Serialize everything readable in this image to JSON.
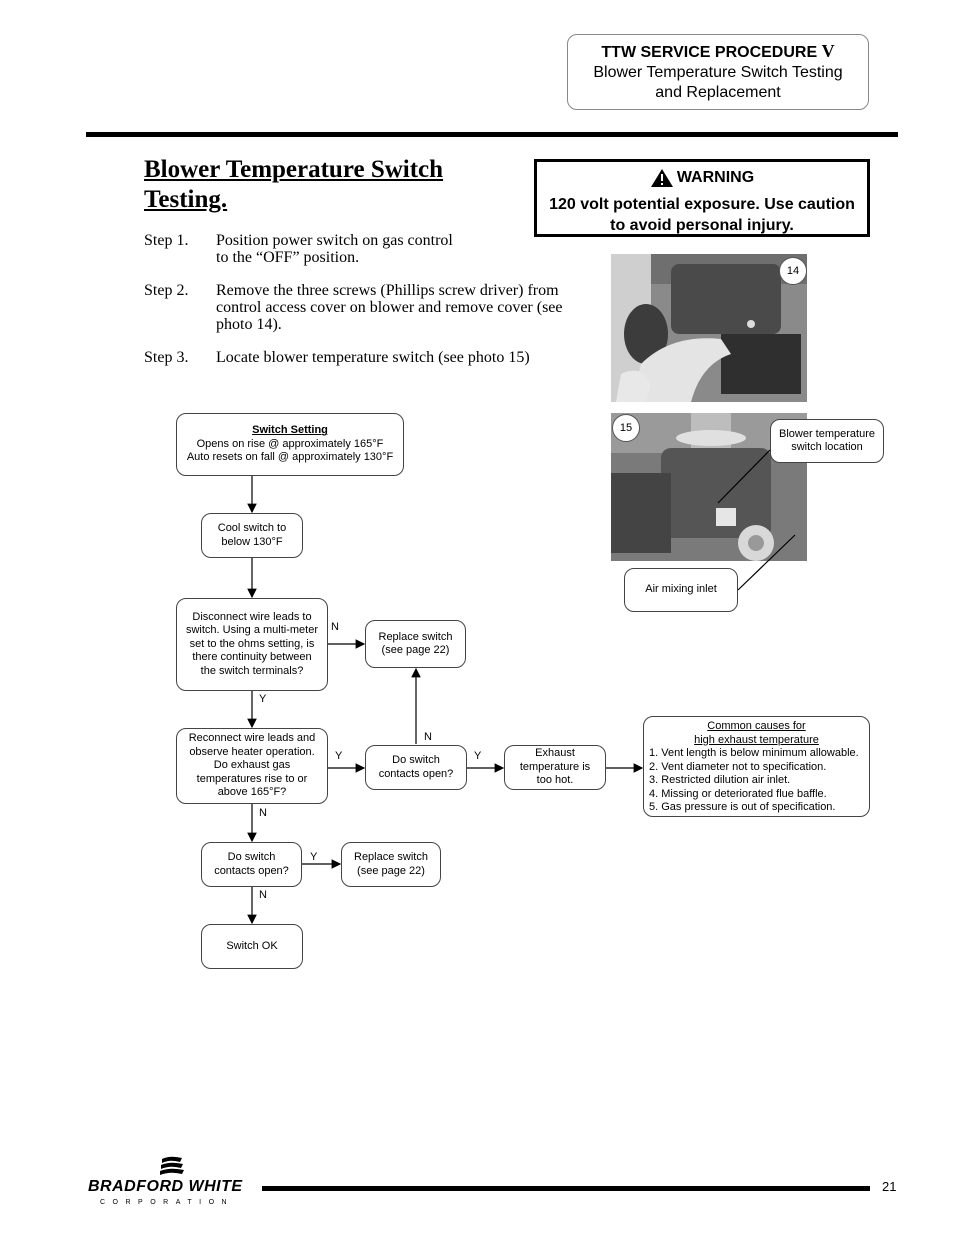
{
  "header": {
    "procedure": "TTW SERVICE PROCEDURE",
    "roman": "V",
    "line2": "Blower Temperature Switch Testing",
    "line3": "and Replacement"
  },
  "title": {
    "line1": "Blower Temperature Switch",
    "line2": "Testing."
  },
  "warning": {
    "heading": "WARNING",
    "line1": "120 volt potential exposure. Use caution",
    "line2": "to avoid personal injury."
  },
  "steps": [
    {
      "num": "Step 1.",
      "lines": [
        "Position power switch on gas control",
        "to the “OFF” position."
      ]
    },
    {
      "num": "Step 2.",
      "lines": [
        "Remove the three screws (Phillips screw driver) from",
        "control access cover on blower and remove cover (see",
        "photo 14)."
      ]
    },
    {
      "num": "Step 3.",
      "lines": [
        "Locate blower temperature switch (see photo 15)"
      ]
    }
  ],
  "photos": {
    "photo14_label": "14",
    "photo15_label": "15",
    "callout_switch": [
      "Blower temperature",
      "switch location"
    ],
    "callout_inlet": "Air mixing inlet"
  },
  "flowchart": {
    "switch_setting": {
      "heading": "Switch Setting",
      "line1": "Opens on rise @ approximately 165°F",
      "line2": "Auto resets on fall @ approximately 130°F"
    },
    "cool": [
      "Cool switch to",
      "below 130°F"
    ],
    "disconnect": [
      "Disconnect wire leads to",
      "switch. Using a multi-meter",
      "set to the ohms setting, is",
      "there continuity between",
      "the switch terminals?"
    ],
    "replace_top": [
      "Replace switch",
      "(see page 22)"
    ],
    "reconnect": [
      "Reconnect wire leads and",
      "observe heater operation.",
      "Do exhaust gas",
      "temperatures rise to or",
      "above 165°F?"
    ],
    "contacts_mid": [
      "Do switch",
      "contacts open?"
    ],
    "exhaust": [
      "Exhaust",
      "temperature is",
      "too hot."
    ],
    "contacts_low": [
      "Do switch",
      "contacts open?"
    ],
    "replace_low": [
      "Replace switch",
      "(see page 22)"
    ],
    "switch_ok": "Switch OK",
    "labels": {
      "n1": "N",
      "y1": "Y",
      "n2": "N",
      "y2": "Y",
      "y3": "Y",
      "n3": "N",
      "y4": "Y",
      "n4": "N"
    },
    "causes": {
      "heading1": "Common causes for",
      "heading2": "high exhaust temperature",
      "items": [
        "1. Vent length is below minimum allowable.",
        "2. Vent diameter not to specification.",
        "3. Restricted dilution air inlet.",
        "4. Missing or deteriorated flue baffle.",
        "5. Gas pressure is out of specification."
      ]
    }
  },
  "footer": {
    "logo_name": "BRADFORD WHITE",
    "logo_corp": "CORPORATION",
    "page": "21"
  }
}
